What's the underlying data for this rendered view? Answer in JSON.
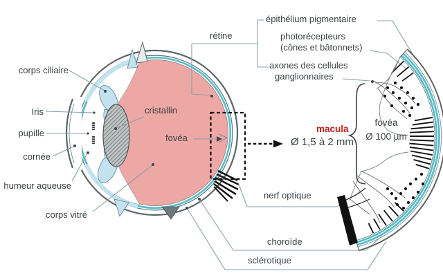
{
  "diagram": {
    "title_hidden": "",
    "labels": {
      "corps_ciliaire": "corps ciliaire",
      "iris": "Iris",
      "pupille": "pupille",
      "cornee": "cornée",
      "humeur_aqueuse": "humeur aqueuse",
      "corps_vitre": "corps vitré",
      "cristallin": "cristallin",
      "fovea_eye": "fovéa",
      "retine": "rétine",
      "epithelium_pigmentaire": "épithélium pigmentaire",
      "photorecepteurs_l1": "photorécepteurs",
      "photorecepteurs_l2": "(cônes et bâtonnets)",
      "axones_l1": "axones des cellules",
      "axones_l2": "ganglionnaires",
      "macula": "macula",
      "macula_diametre": "Ø 1,5 à 2 mm",
      "fovea_zoom": "fovéa",
      "fovea_diametre": "Ø 100 µm",
      "nerf_optique": "nerf optique",
      "choroide": "choroïde",
      "sclerotique": "sclérotique"
    },
    "colors": {
      "interior_pink": "#eda7a4",
      "choroid_teal": "#57bec9",
      "ciliary_blue": "#c2e2f0",
      "macula_red": "#c41e1e",
      "text": "#3b4043",
      "connector_gray": "#87a1aa"
    }
  }
}
